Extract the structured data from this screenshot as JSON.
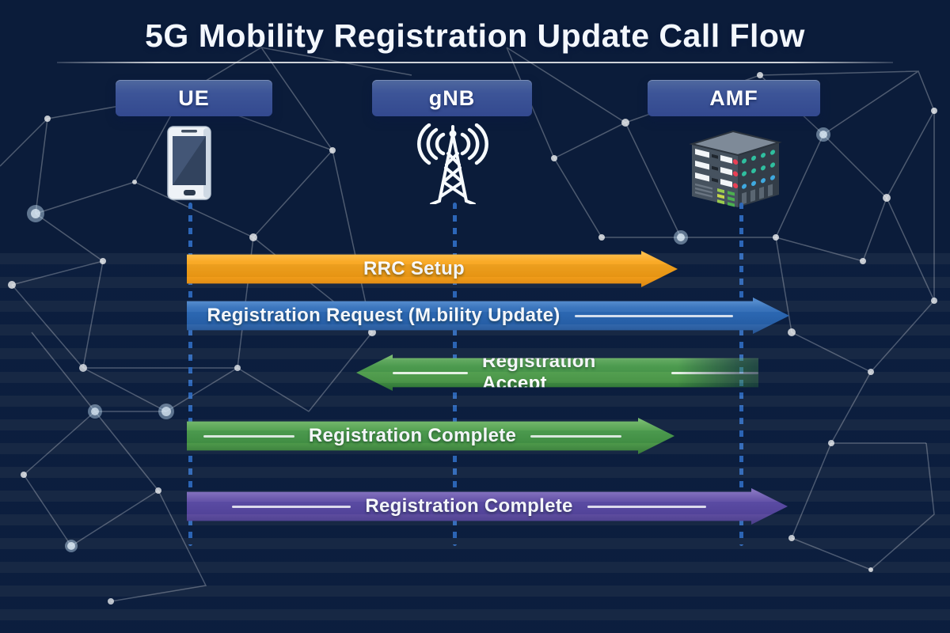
{
  "title": "5G Mobility Registration Update Call Flow",
  "entities": [
    {
      "id": "ue",
      "label": "UE",
      "icon": "smartphone-icon"
    },
    {
      "id": "gnb",
      "label": "gNB",
      "icon": "radio-tower-icon"
    },
    {
      "id": "amf",
      "label": "AMF",
      "icon": "server-icon"
    }
  ],
  "messages": [
    {
      "label": "RRC Setup",
      "from": "UE",
      "to": "gNB",
      "direction": "right",
      "color": "#F29A0E"
    },
    {
      "label": "Registration Request (M.bility Update)",
      "from": "UE",
      "to": "AMF",
      "direction": "right",
      "color": "#2F6DB9"
    },
    {
      "label": "Registration Accept",
      "from": "AMF",
      "to": "gNB",
      "direction": "left",
      "color": "#42913F"
    },
    {
      "label": "Registration Complete",
      "from": "UE",
      "to": "gNB",
      "direction": "right",
      "color": "#42913F"
    },
    {
      "label": "Registration Complete",
      "from": "UE",
      "to": "AMF",
      "direction": "right",
      "color": "#55439A"
    }
  ],
  "colors": {
    "header_box": "#3D5598",
    "lifeline": "#2E6ABE",
    "background_top": "#17356F",
    "background_center": "#DBEDFA",
    "background_bottom": "#3D76C3",
    "title_text": "#F3F7FD"
  }
}
